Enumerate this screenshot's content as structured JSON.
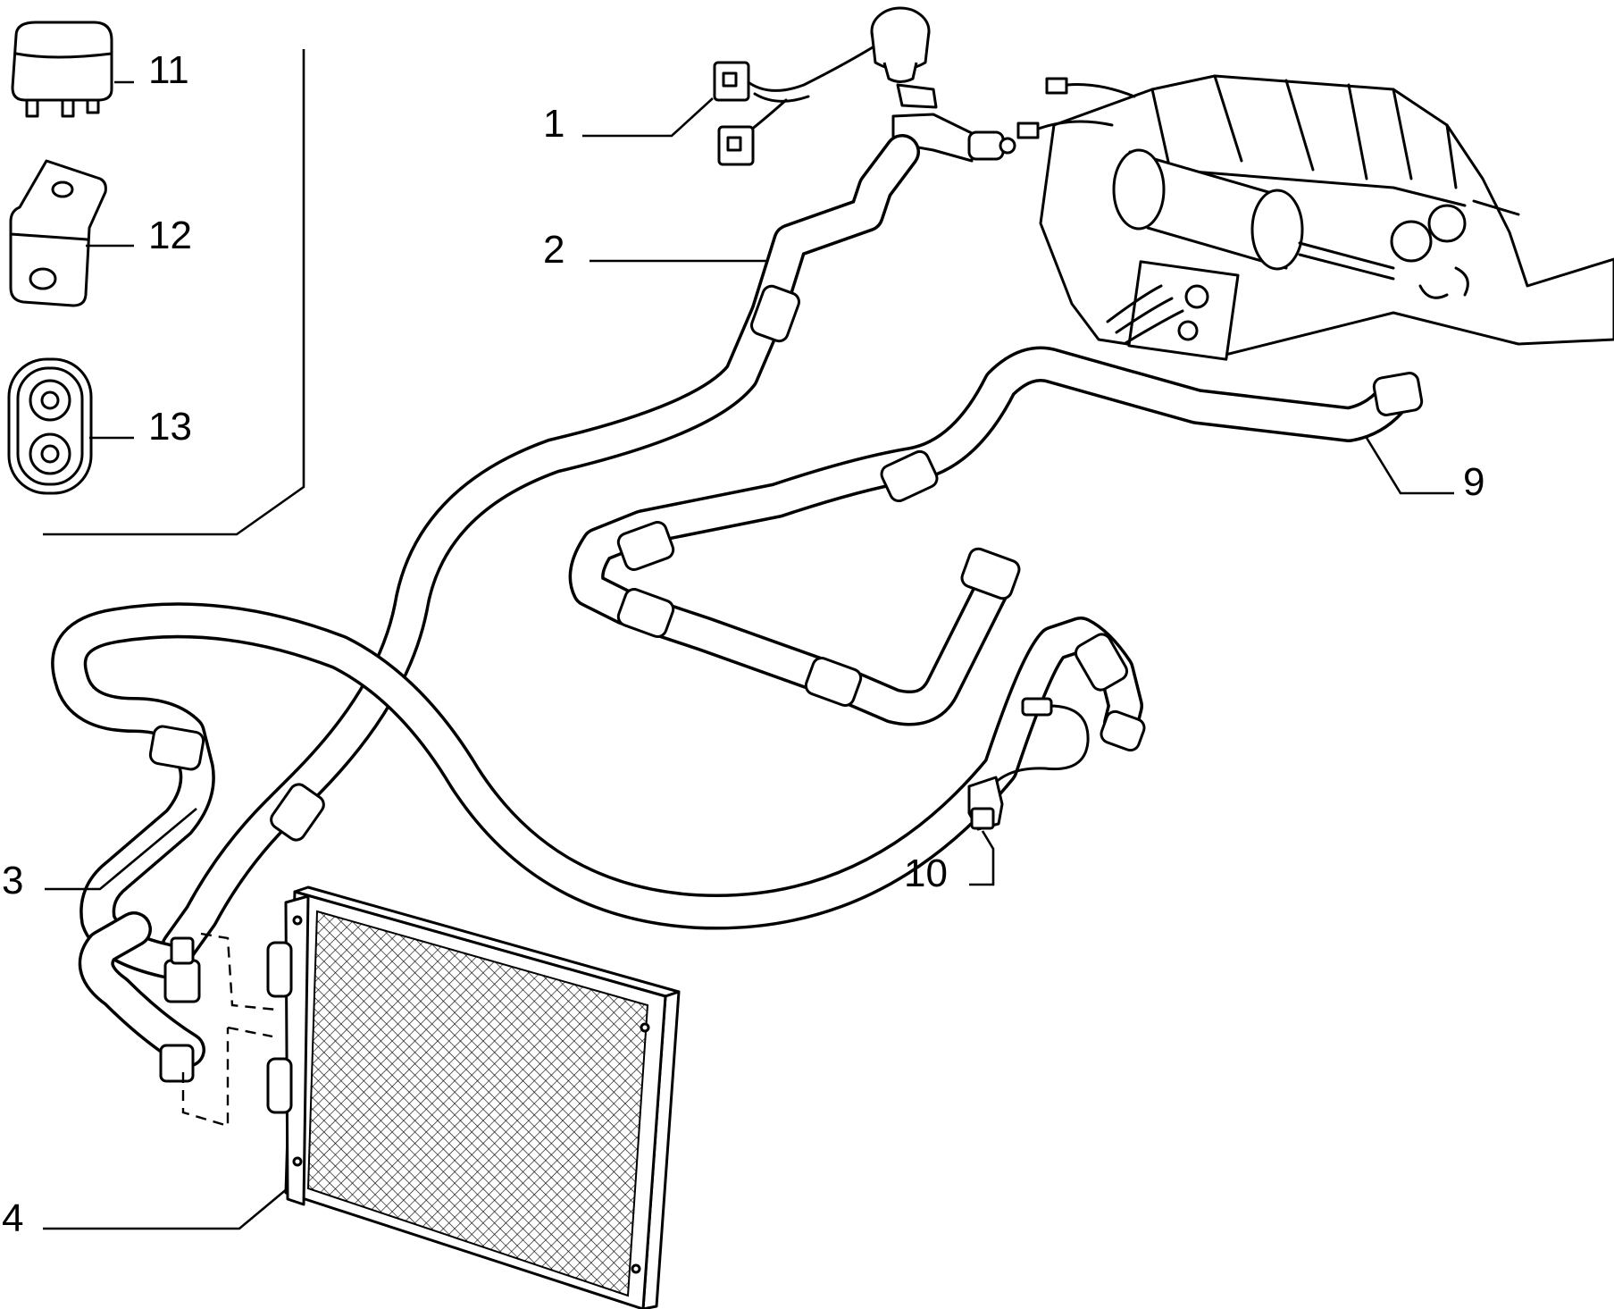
{
  "callouts": [
    {
      "id": "1",
      "label": "1"
    },
    {
      "id": "2",
      "label": "2"
    },
    {
      "id": "3",
      "label": "3"
    },
    {
      "id": "4",
      "label": "4"
    },
    {
      "id": "9",
      "label": "9"
    },
    {
      "id": "10",
      "label": "10"
    },
    {
      "id": "11",
      "label": "11"
    },
    {
      "id": "12",
      "label": "12"
    },
    {
      "id": "13",
      "label": "13"
    }
  ],
  "colors": {
    "ink": "#000000",
    "paper": "#ffffff"
  }
}
